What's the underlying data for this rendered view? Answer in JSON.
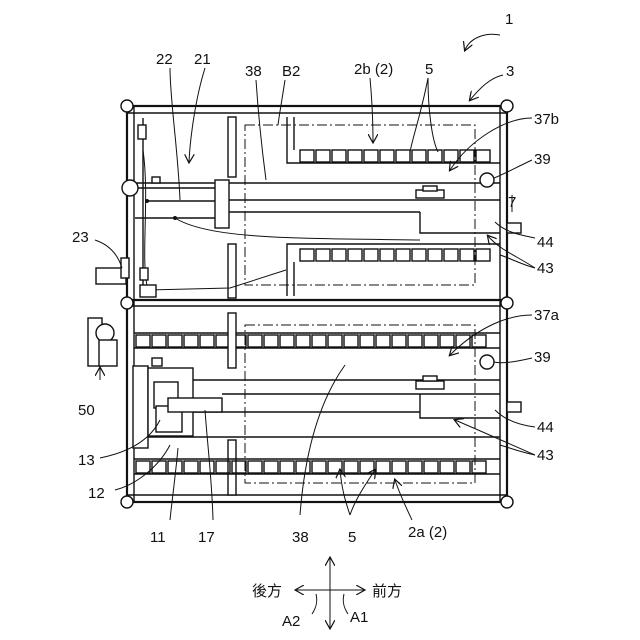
{
  "figure": {
    "labels": {
      "l1": "1",
      "l3": "3",
      "l5a": "5",
      "l5b": "5",
      "l7": "7",
      "l11": "11",
      "l12": "12",
      "l13": "13",
      "l17": "17",
      "l21": "21",
      "l22": "22",
      "l23": "23",
      "l37a": "37a",
      "l37b": "37b",
      "l38a": "38",
      "l38b": "38",
      "l39a": "39",
      "l39b": "39",
      "l43a": "43",
      "l43b": "43",
      "l44a": "44",
      "l44b": "44",
      "l50": "50",
      "lB2": "B2",
      "l2b": "2b (2)",
      "l2a": "2a (2)"
    },
    "direction": {
      "rear": "後方",
      "front": "前方",
      "a1": "A1",
      "a2": "A2"
    }
  }
}
